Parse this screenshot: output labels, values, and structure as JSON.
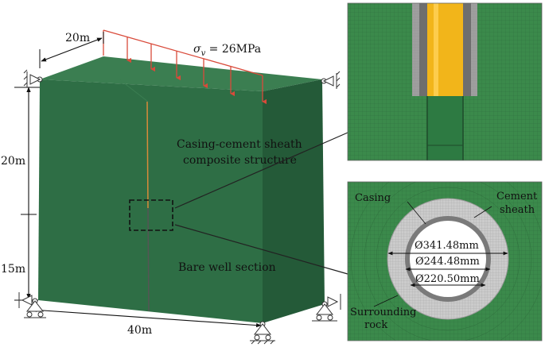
{
  "figure": {
    "dims": {
      "top_width": "20m",
      "upper_height": "20m",
      "lower_height": "15m",
      "bottom_length": "40m"
    },
    "load": {
      "symbol": "σ",
      "subscript": "v",
      "value": " = 26MPa"
    },
    "labels": {
      "composite_line1": "Casing-cement sheath",
      "composite_line2": "composite structure",
      "bare_well": "Bare well section"
    },
    "section": {
      "casing": "Casing",
      "cement_line1": "Cement",
      "cement_line2": "sheath",
      "rock_line1": "Surrounding",
      "rock_line2": "rock",
      "d_outer": "Ø341.48mm",
      "d_casing": "Ø244.48mm",
      "d_inner": "Ø220.50mm"
    },
    "colors": {
      "model_green": "#2e6e45",
      "model_side": "#245a38",
      "mesh_green": "#3d8a4d",
      "casing_gray": "#777777",
      "cement_light": "#c9c9c9",
      "tubing_yellow": "#f2b51a",
      "load_red": "#d94a3a"
    }
  }
}
